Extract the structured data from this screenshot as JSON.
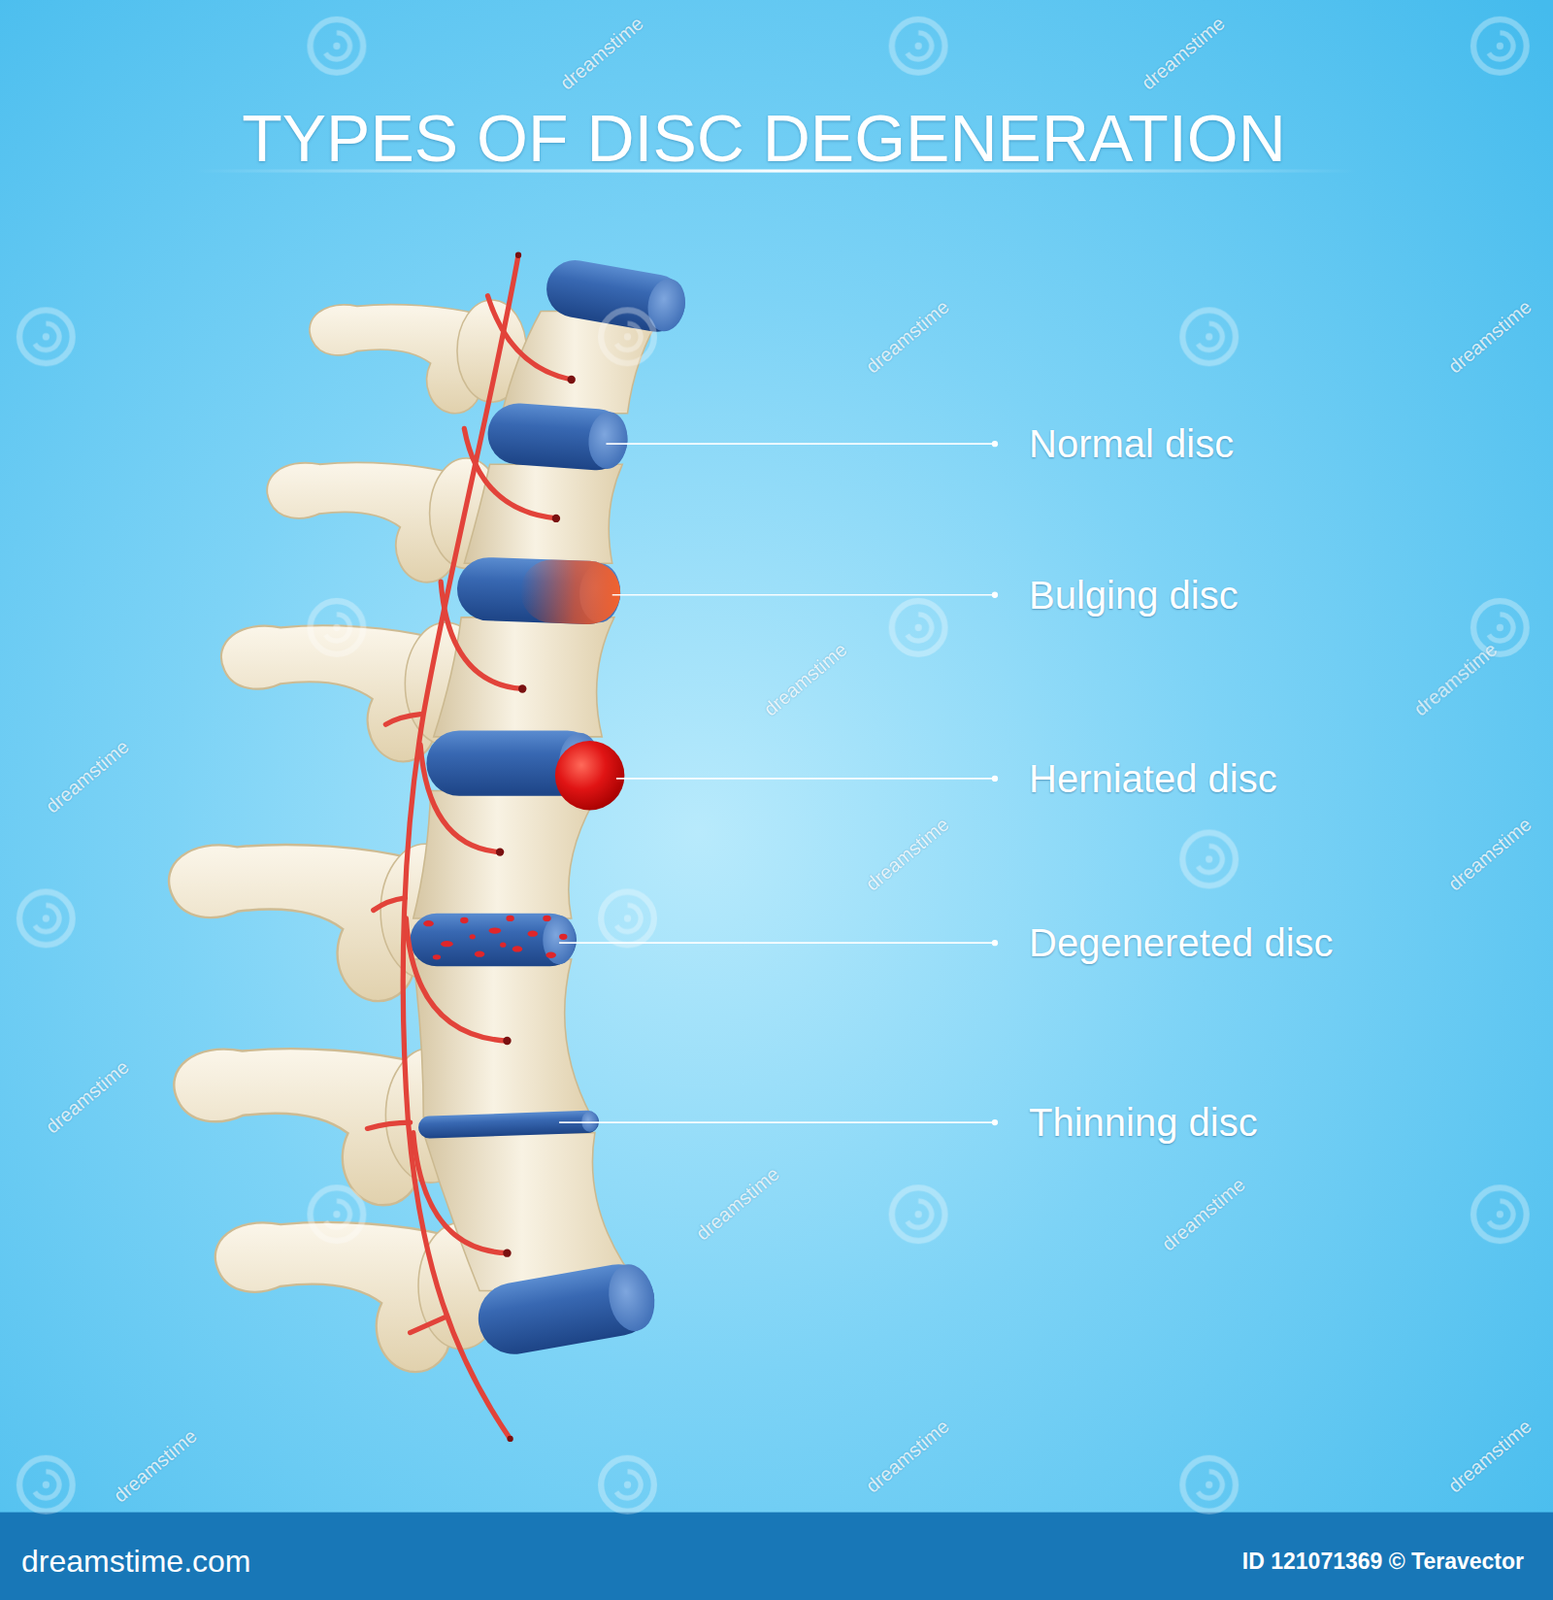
{
  "diagram": {
    "title": "TYPES OF DISC DEGENERATION",
    "labels": [
      "Normal disc",
      "Bulging disc",
      "Herniated disc",
      "Degenereted disc",
      "Thinning disc",
      "dreamstime",
      "dreamstime",
      "dreamstime",
      "dreamstime",
      "dreamstime",
      "dreamstime",
      "dreamstime",
      "dreamstime",
      "dreamstime",
      "dreamstime",
      "dreamstime",
      "dreamstime",
      "dreamstime",
      "dreamstime",
      "dreamstime",
      "dreamstime.com",
      "ID 121071369 © Teravector"
    ]
  }
}
